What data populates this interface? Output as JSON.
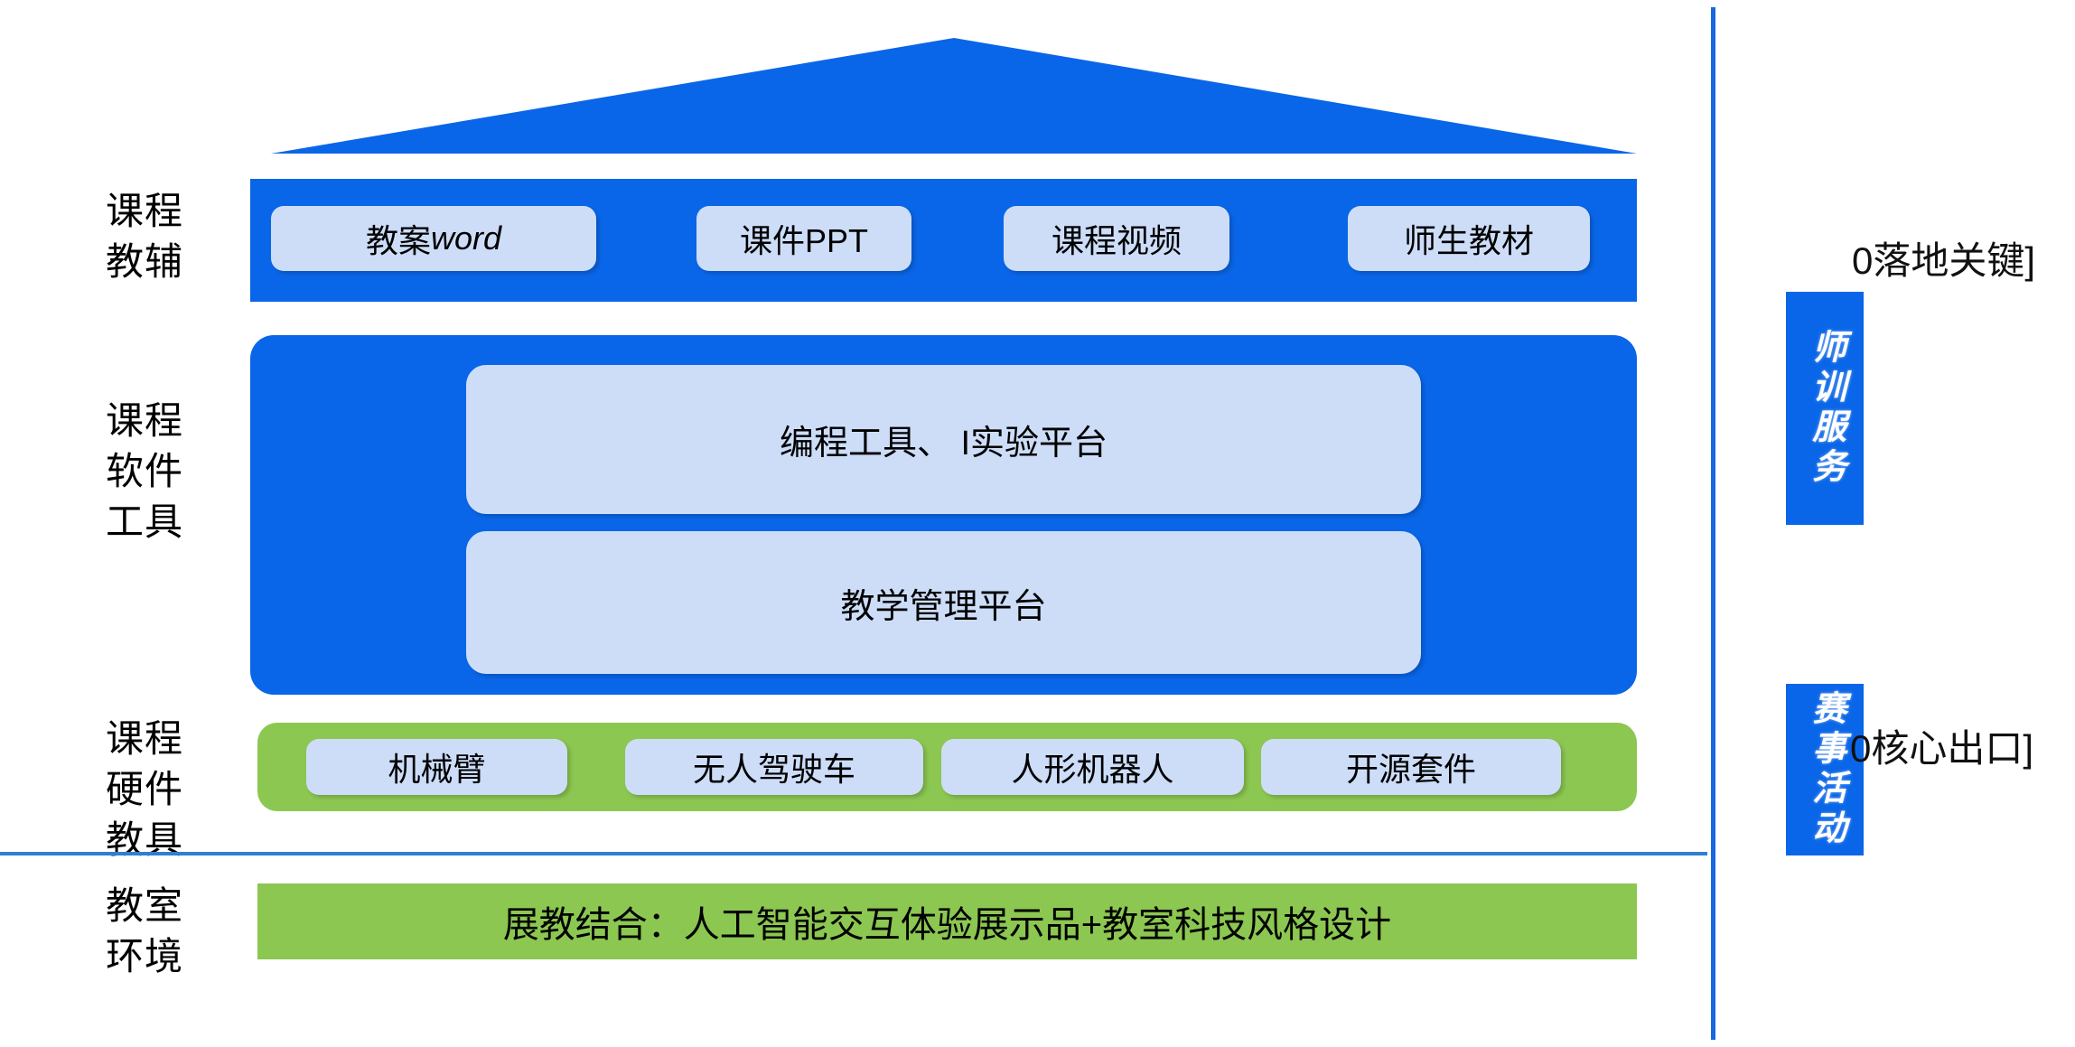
{
  "colors": {
    "blue": "#0A66E8",
    "light_blue": "#CDDDF8",
    "green": "#8CC751",
    "divider_blue": "#2E7FD1",
    "text": "#000000"
  },
  "row_labels": {
    "courseware": "课程\n教辅",
    "software": "课程\n软件\n工具",
    "hardware": "课程\n硬件\n教具",
    "classroom": "教室\n环境"
  },
  "courseware_row": {
    "items": [
      {
        "prefix": "教案",
        "italic": "word"
      },
      {
        "prefix": "课件PPT",
        "italic": ""
      },
      {
        "prefix": "课程视频",
        "italic": ""
      },
      {
        "prefix": "师生教材",
        "italic": ""
      }
    ]
  },
  "software_row": {
    "items": [
      "编程工具、 I实验平台",
      "教学管理平台"
    ]
  },
  "hardware_row": {
    "items": [
      "机械臂",
      "无人驾驶车",
      "人形机器人",
      "开源套件"
    ]
  },
  "classroom_row": {
    "text": "展教结合：人工智能交互体验展示品+教室科技风格设计"
  },
  "sidebar": {
    "tabs": [
      {
        "label": "师训服务",
        "note": "0落地关键]"
      },
      {
        "label": "赛事活动",
        "note": "0核心出口]"
      }
    ]
  }
}
